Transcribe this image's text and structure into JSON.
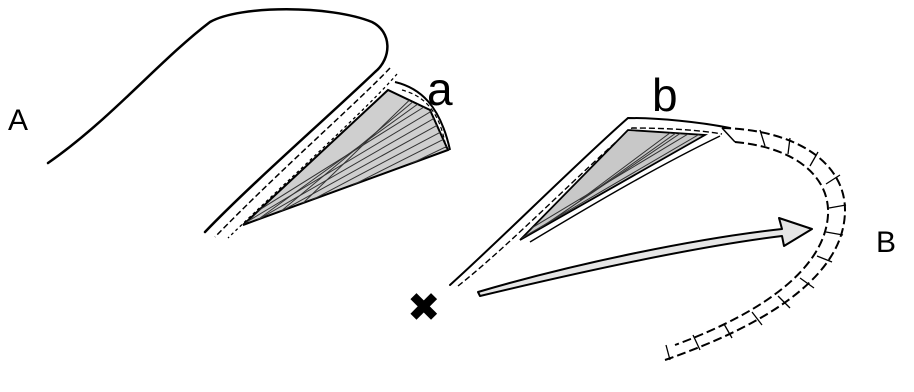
{
  "labels": {
    "A": "A",
    "a": "a",
    "b": "b",
    "B": "B"
  },
  "marker": {
    "symbol": "✖",
    "icon": "x-mark-icon"
  },
  "colors": {
    "ink": "#000000",
    "hatch": "#444444",
    "arrow_fill": "#e6e6e6",
    "background": "#ffffff"
  }
}
